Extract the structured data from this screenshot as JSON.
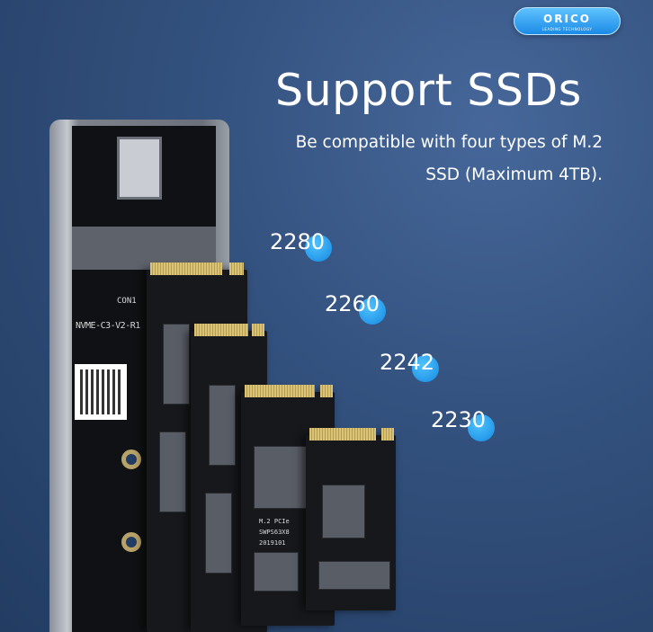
{
  "brand": {
    "logo_text": "ORICO",
    "logo_tagline": "LEADING TECHNOLOGY",
    "logo_color": "#1b8be6"
  },
  "headline": {
    "title": "Support SSDs",
    "subtitle_line1": "Be compatible with four types of M.2",
    "subtitle_line2": "SSD (Maximum 4TB)."
  },
  "sizes": [
    {
      "label": "2280"
    },
    {
      "label": "2260"
    },
    {
      "label": "2242"
    },
    {
      "label": "2230"
    }
  ],
  "product_markings": {
    "board": "NVME-C3-V2-R1",
    "connector": "CON1",
    "ssd_label_line1": "M.2 PCIe",
    "ssd_label_line2": "SWPS63X8",
    "ssd_label_line3": "2019101"
  },
  "colors": {
    "background": "#34527f",
    "accent_dot": "#1589e0"
  }
}
